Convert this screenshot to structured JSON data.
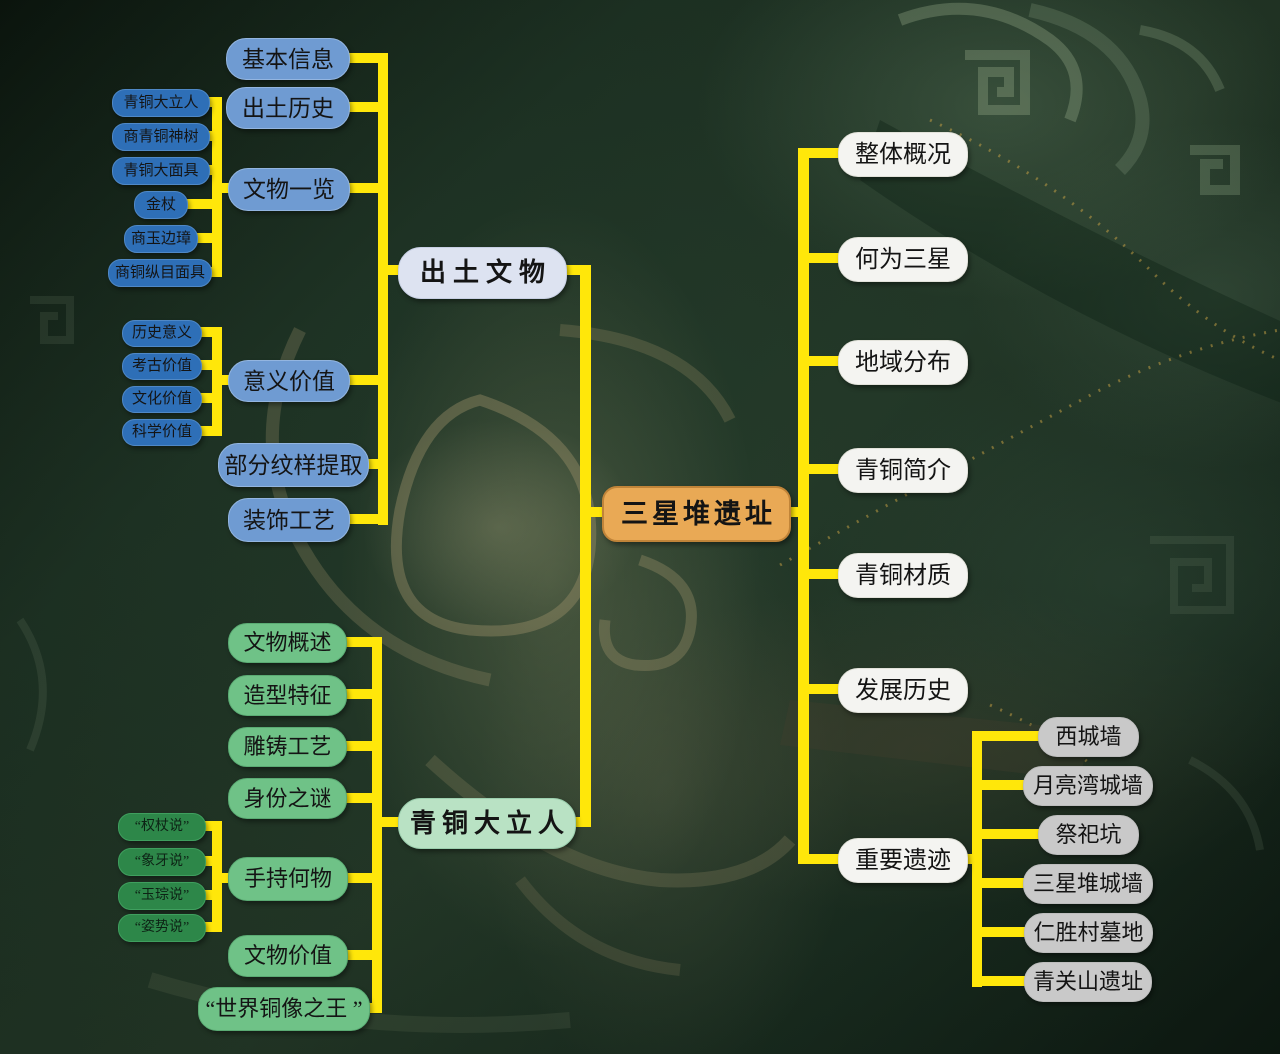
{
  "root": {
    "label": "三星堆遗址"
  },
  "excavated": {
    "hub": "出土文物",
    "items": [
      "基本信息",
      "出土历史",
      "文物一览",
      "意义价值",
      "部分纹样提取",
      "装饰工艺"
    ],
    "artifacts": [
      "青铜大立人",
      "商青铜神树",
      "青铜大面具",
      "金杖",
      "商玉边璋",
      "商铜纵目面具"
    ],
    "values": [
      "历史意义",
      "考古价值",
      "文化价值",
      "科学价值"
    ]
  },
  "figure": {
    "hub": "青铜大立人",
    "items": [
      "文物概述",
      "造型特征",
      "雕铸工艺",
      "身份之谜",
      "手持何物",
      "文物价值",
      "“世界铜像之王 ”"
    ],
    "hand_theories": [
      "“权杖说”",
      "“象牙说”",
      "“玉琮说”",
      "“姿势说”"
    ]
  },
  "site": {
    "items": [
      "整体概况",
      "何为三星",
      "地域分布",
      "青铜简介",
      "青铜材质",
      "发展历史",
      "重要遗迹"
    ],
    "important_sites": [
      "西城墙",
      "月亮湾城墙",
      "祭祀坑",
      "三星堆城墙",
      "仁胜村墓地",
      "青关山遗址"
    ]
  },
  "colors": {
    "connector": "#ffe70a",
    "root_fill": "#e9a955",
    "hub_excavated_fill": "#dde3f1",
    "hub_figure_fill": "#b9e2c4",
    "blue_node": "#6f9bd2",
    "blue_small_node": "#2e6fb7",
    "white_node": "#f4f4f1",
    "gray_node": "#c9c9c9",
    "green_node": "#6fc287",
    "green_small_node": "#2d8749",
    "background_base": "#17281d"
  }
}
